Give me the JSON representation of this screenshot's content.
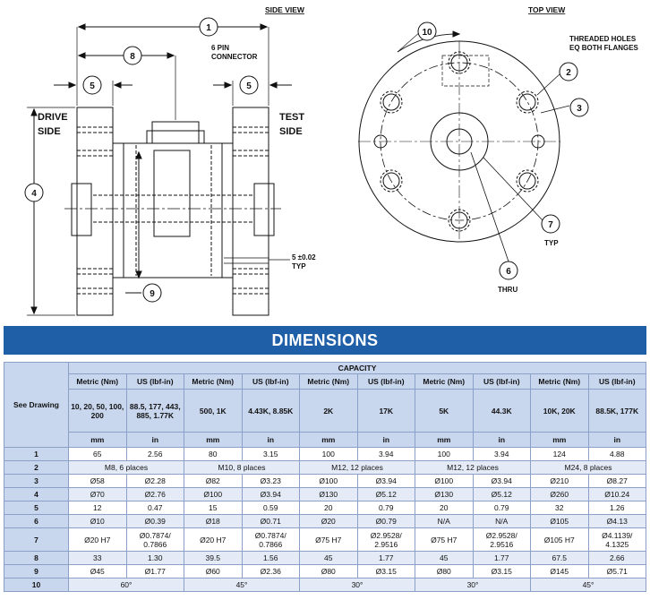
{
  "drawing": {
    "side_view_title": "SIDE VIEW",
    "top_view_title": "TOP VIEW",
    "connector_label_line1": "6 PIN",
    "connector_label_line2": "CONNECTOR",
    "drive_side_line1": "DRIVE",
    "drive_side_line2": "SIDE",
    "test_side_line1": "TEST",
    "test_side_line2": "SIDE",
    "tolerance_label_line1": "5 ±0.02",
    "tolerance_label_line2": "TYP",
    "threaded_holes_line1": "THREADED HOLES",
    "threaded_holes_line2": "EQ BOTH FLANGES",
    "typ_label": "TYP",
    "thru_label": "THRU",
    "callouts": [
      "1",
      "8",
      "5",
      "5",
      "4",
      "9",
      "10",
      "2",
      "3",
      "7",
      "6"
    ]
  },
  "banner": {
    "title": "DIMENSIONS"
  },
  "table": {
    "see_drawing": "See Drawing",
    "capacity": "CAPACITY",
    "col_headers": [
      "Metric (Nm)",
      "US (lbf-in)",
      "Metric (Nm)",
      "US (lbf-in)",
      "Metric (Nm)",
      "US (lbf-in)",
      "Metric (Nm)",
      "US (lbf-in)",
      "Metric (Nm)",
      "US (lbf-in)"
    ],
    "capacities": [
      "10, 20, 50, 100, 200",
      "88.5, 177, 443, 885, 1.77K",
      "500, 1K",
      "4.43K, 8.85K",
      "2K",
      "17K",
      "5K",
      "44.3K",
      "10K, 20K",
      "88.5K, 177K"
    ],
    "units": [
      "mm",
      "in",
      "mm",
      "in",
      "mm",
      "in",
      "mm",
      "in",
      "mm",
      "in"
    ],
    "rows": [
      {
        "label": "1",
        "cells": [
          "65",
          "2.56",
          "80",
          "3.15",
          "100",
          "3.94",
          "100",
          "3.94",
          "124",
          "4.88"
        ]
      },
      {
        "label": "2",
        "merged": [
          "M8, 6 places",
          "M10, 8 places",
          "M12, 12 places",
          "M12, 12 places",
          "M24, 8 places"
        ]
      },
      {
        "label": "3",
        "cells": [
          "Ø58",
          "Ø2.28",
          "Ø82",
          "Ø3.23",
          "Ø100",
          "Ø3.94",
          "Ø100",
          "Ø3.94",
          "Ø210",
          "Ø8.27"
        ]
      },
      {
        "label": "4",
        "cells": [
          "Ø70",
          "Ø2.76",
          "Ø100",
          "Ø3.94",
          "Ø130",
          "Ø5.12",
          "Ø130",
          "Ø5.12",
          "Ø260",
          "Ø10.24"
        ]
      },
      {
        "label": "5",
        "cells": [
          "12",
          "0.47",
          "15",
          "0.59",
          "20",
          "0.79",
          "20",
          "0.79",
          "32",
          "1.26"
        ]
      },
      {
        "label": "6",
        "cells": [
          "Ø10",
          "Ø0.39",
          "Ø18",
          "Ø0.71",
          "Ø20",
          "Ø0.79",
          "N/A",
          "N/A",
          "Ø105",
          "Ø4.13"
        ]
      },
      {
        "label": "7",
        "cells": [
          "Ø20 H7",
          "Ø0.7874/ 0.7866",
          "Ø20 H7",
          "Ø0.7874/ 0.7866",
          "Ø75 H7",
          "Ø2.9528/ 2.9516",
          "Ø75 H7",
          "Ø2.9528/ 2.9516",
          "Ø105 H7",
          "Ø4.1139/ 4.1325"
        ]
      },
      {
        "label": "8",
        "cells": [
          "33",
          "1.30",
          "39.5",
          "1.56",
          "45",
          "1.77",
          "45",
          "1.77",
          "67.5",
          "2.66"
        ]
      },
      {
        "label": "9",
        "cells": [
          "Ø45",
          "Ø1.77",
          "Ø60",
          "Ø2.36",
          "Ø80",
          "Ø3.15",
          "Ø80",
          "Ø3.15",
          "Ø145",
          "Ø5.71"
        ]
      },
      {
        "label": "10",
        "merged": [
          "60°",
          "45°",
          "30°",
          "30°",
          "45°"
        ]
      }
    ]
  }
}
